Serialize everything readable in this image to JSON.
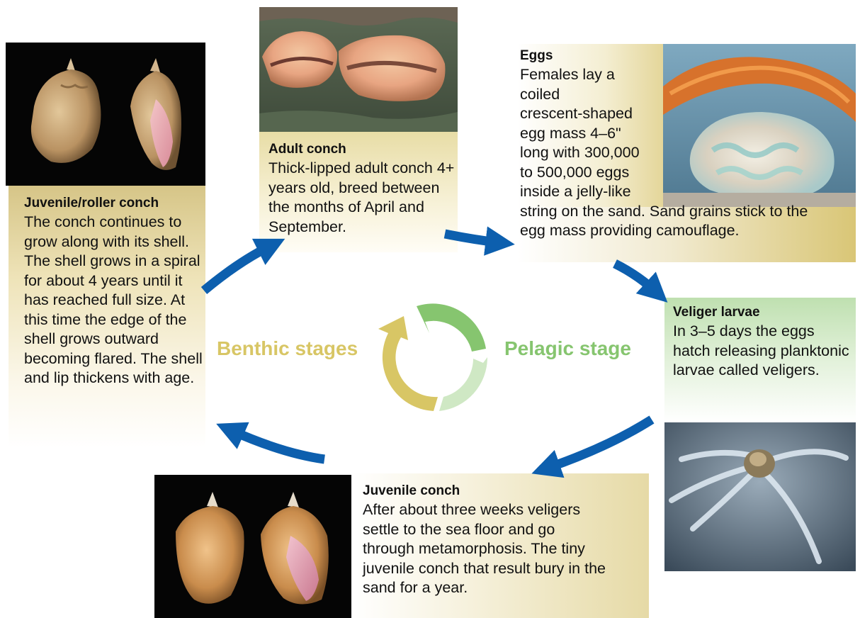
{
  "colors": {
    "arrow": "#0d5fae",
    "benthic": "#d8c665",
    "pelagic": "#86c56f",
    "pelagic_light": "#cfe8c4",
    "benthic_panel": "#e8dda6",
    "pelagic_panel": "#bfe0b0"
  },
  "stages": {
    "benthic_label": "Benthic stages",
    "pelagic_label": "Pelagic stage"
  },
  "juvenile_roller": {
    "title": "Juvenile/roller conch",
    "body": "The conch continues to grow along with its shell. The shell grows in a spiral for about 4 years until it has reached full size. At this time the edge of the shell grows outward becoming flared. The shell and lip thickens with age."
  },
  "adult": {
    "title": "Adult conch",
    "body": "Thick-lipped adult conch 4+ years old, breed between the months of April and September."
  },
  "eggs": {
    "title": "Eggs",
    "body_lines": [
      "Females lay a",
      "coiled",
      "crescent-shaped",
      "egg mass 4–6\"",
      "long with 300,000",
      "to 500,000 eggs",
      "inside a jelly-like",
      "string on the sand. Sand grains stick to the",
      "egg mass providing camouflage."
    ]
  },
  "veliger": {
    "title": "Veliger larvae",
    "body": "In 3–5 days the eggs hatch releasing planktonic larvae called veligers."
  },
  "juvenile": {
    "title": "Juvenile conch",
    "body": "After about three weeks veligers settle to the sea floor and go through metamorphosis. The tiny juvenile conch that result bury in the sand for a year."
  }
}
